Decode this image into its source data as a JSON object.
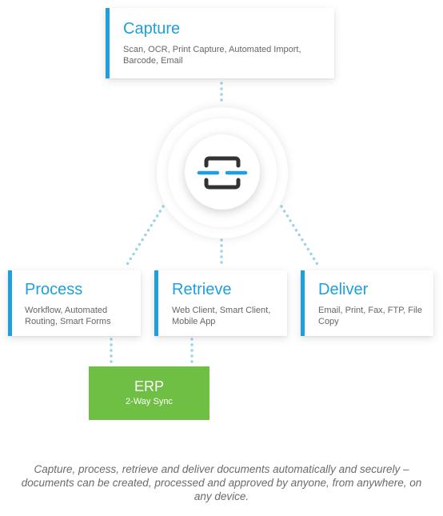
{
  "capture": {
    "title": "Capture",
    "description": "Scan, OCR, Print Capture, Automated Import, Barcode, Email"
  },
  "process": {
    "title": "Process",
    "description": "Workflow, Automated Routing, Smart Forms"
  },
  "retrieve": {
    "title": "Retrieve",
    "description": "Web Client, Smart Client, Mobile App"
  },
  "deliver": {
    "title": "Deliver",
    "description": "Email, Print, Fax, FTP, File Copy"
  },
  "erp": {
    "title": "ERP",
    "subtitle": "2-Way Sync"
  },
  "hub": {
    "icon": "link-icon"
  },
  "caption": "Capture, process, retrieve and deliver documents automatically and securely – documents can be created, processed and approved by anyone, from anywhere, on any device.",
  "colors": {
    "accent": "#1ea0dc",
    "erp": "#6fbf44",
    "connector": "#9dd2ec",
    "hub_icon_dark": "#333333",
    "hub_icon_accent": "#1ea0dc"
  }
}
